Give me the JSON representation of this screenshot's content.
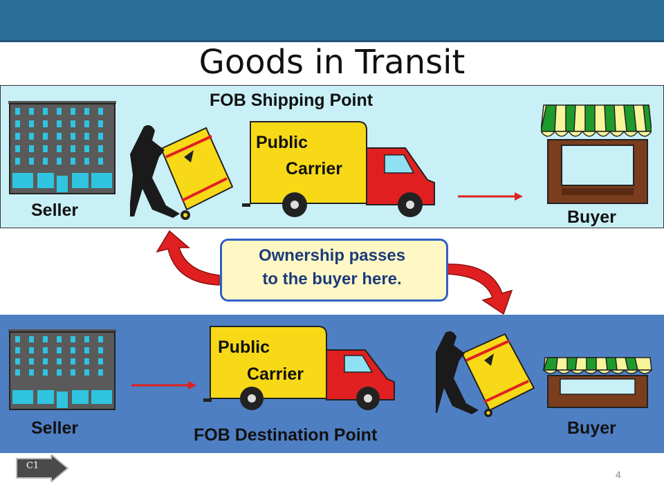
{
  "slide": {
    "title": "Goods in Transit",
    "page_number": "4"
  },
  "top_scenario": {
    "heading": "FOB Shipping Point",
    "seller_label": "Seller",
    "buyer_label": "Buyer",
    "truck_label_1": "Public",
    "truck_label_2": "Carrier"
  },
  "bottom_scenario": {
    "heading": "FOB Destination Point",
    "seller_label": "Seller",
    "buyer_label": "Buyer",
    "truck_label_1": "Public",
    "truck_label_2": "Carrier"
  },
  "callout": {
    "line1": "Ownership passes",
    "line2": "to the buyer here."
  },
  "nav_badge": {
    "label": "C1"
  },
  "colors": {
    "top_bar": "#2a6f97",
    "top_panel": "#c9f0f6",
    "bottom_panel": "#4f7fc3",
    "truck_box": "#f7d917",
    "truck_cab": "#e02020",
    "arrow": "#e02020",
    "awning_green": "#1e9b2a",
    "awning_yellow": "#f5f59a"
  },
  "icons": [
    "building-icon",
    "worker-with-crate-icon",
    "truck-icon",
    "storefront-icon",
    "curved-arrow-icon",
    "right-arrow-icon"
  ]
}
